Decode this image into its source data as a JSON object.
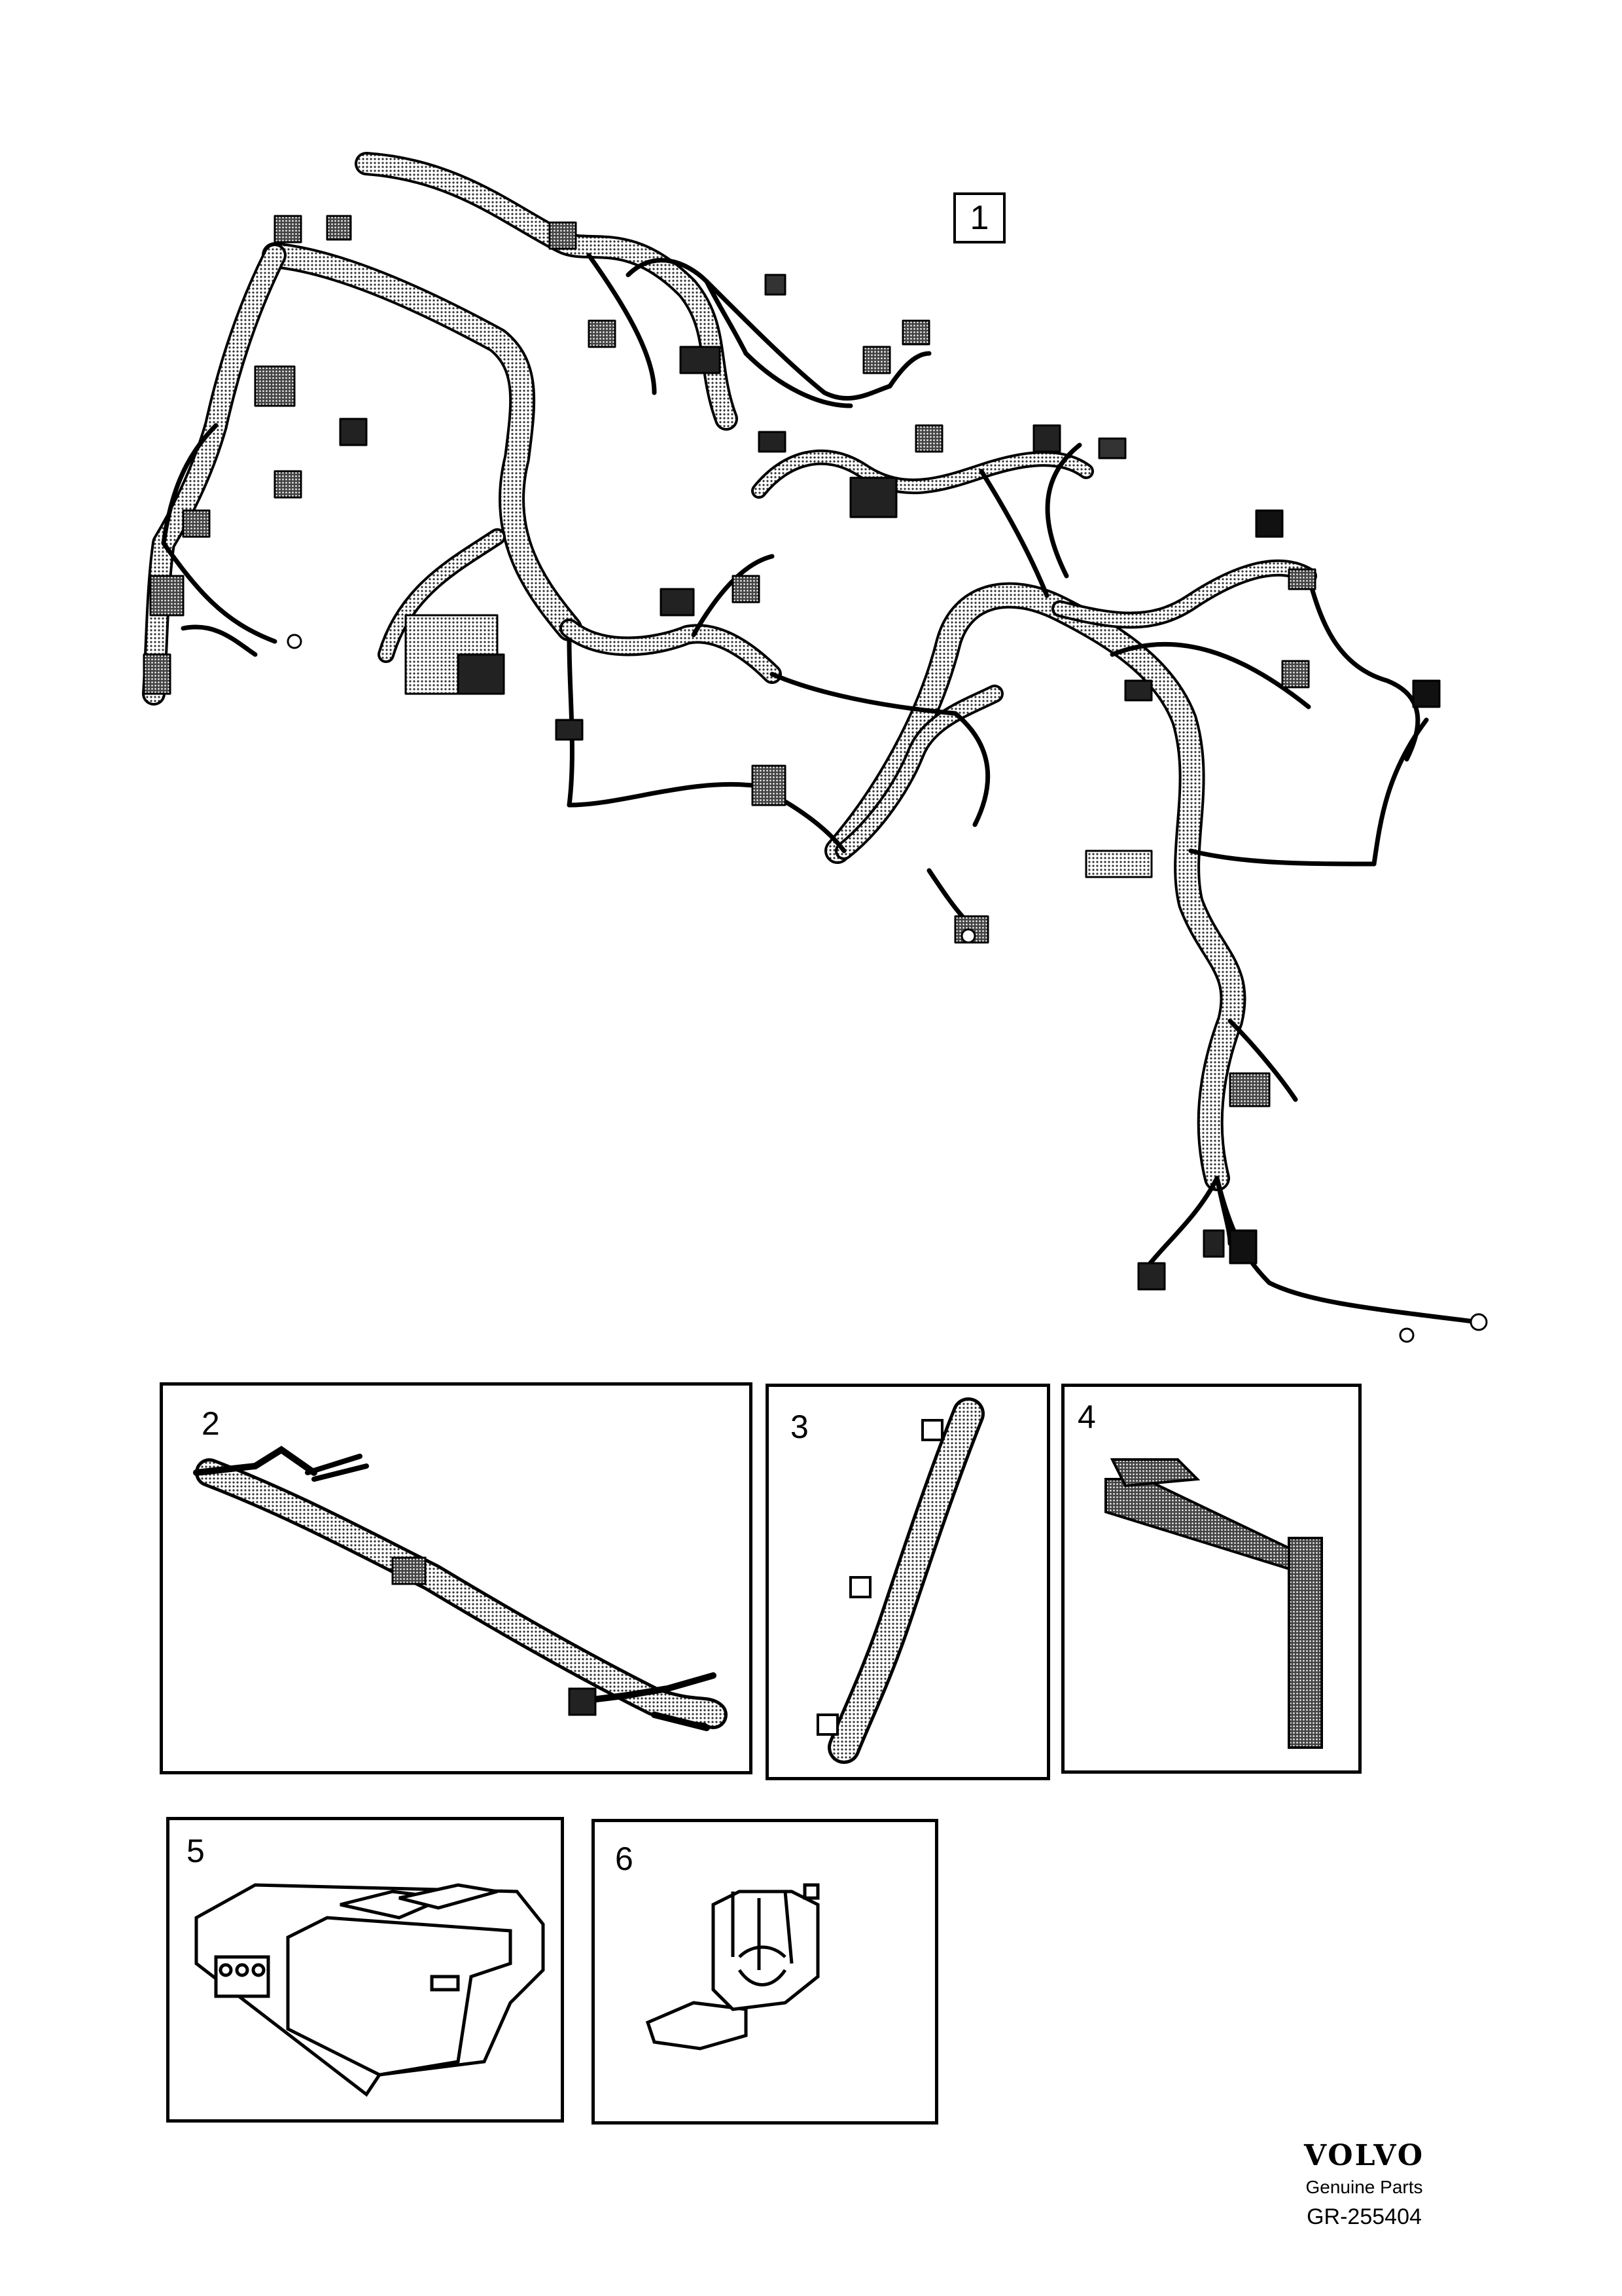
{
  "diagram": {
    "main_callout": "1",
    "panels": [
      {
        "id": "2",
        "label": "2"
      },
      {
        "id": "3",
        "label": "3"
      },
      {
        "id": "4",
        "label": "4"
      },
      {
        "id": "5",
        "label": "5"
      },
      {
        "id": "6",
        "label": "6"
      }
    ]
  },
  "brand": {
    "logo": "VOLVO",
    "subtitle": "Genuine Parts",
    "reference": "GR-255404"
  },
  "colors": {
    "ink": "#000000",
    "harness_fill": "#b5b5b5",
    "harness_dark": "#6e6e6e",
    "background": "#ffffff"
  }
}
